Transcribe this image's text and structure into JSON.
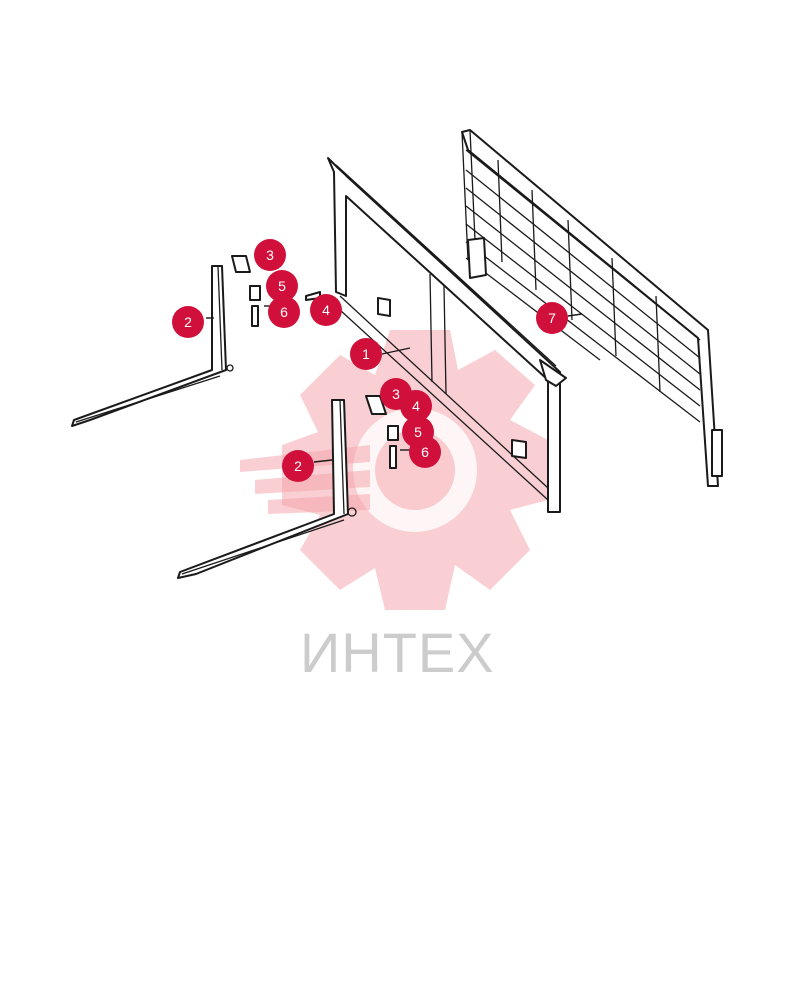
{
  "watermark": {
    "text": "ИНТЕХ",
    "icon": "gear-logo-icon",
    "color": "#f4a0a8"
  },
  "callouts": [
    {
      "id": "c1",
      "label": "1"
    },
    {
      "id": "c2a",
      "label": "2"
    },
    {
      "id": "c2b",
      "label": "2"
    },
    {
      "id": "c3a",
      "label": "3"
    },
    {
      "id": "c3b",
      "label": "3"
    },
    {
      "id": "c4a",
      "label": "4"
    },
    {
      "id": "c4b",
      "label": "4"
    },
    {
      "id": "c5a",
      "label": "5"
    },
    {
      "id": "c5b",
      "label": "5"
    },
    {
      "id": "c6a",
      "label": "6"
    },
    {
      "id": "c6b",
      "label": "6"
    },
    {
      "id": "c7",
      "label": "7"
    }
  ],
  "colors": {
    "callout": "#d0103a",
    "line": "#1a1a1a"
  }
}
